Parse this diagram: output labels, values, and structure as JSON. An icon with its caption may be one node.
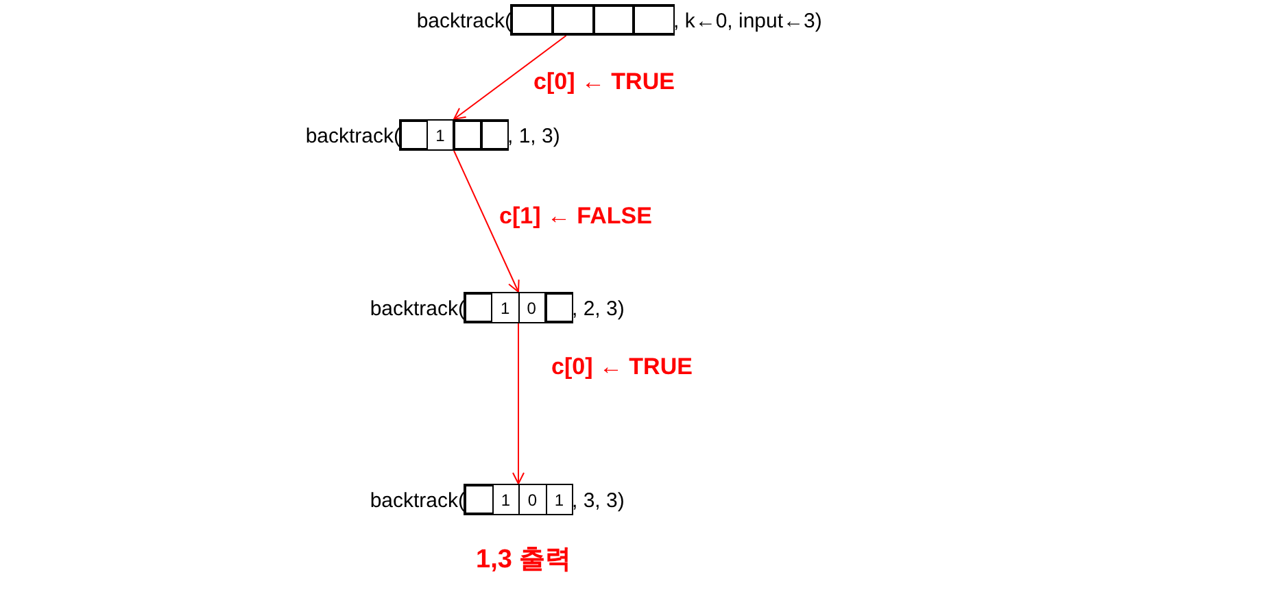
{
  "diagram": {
    "nodes": [
      {
        "text": [],
        "shape": "box",
        "beside": [
          "backtrack(",
          ", k←0, input←3)"
        ]
      },
      {
        "text": [],
        "shape": "box",
        "in": 0
      },
      {
        "text": [],
        "shape": "box",
        "in": 0
      },
      {
        "text": [],
        "shape": "box",
        "in": 0
      },
      {
        "text": [],
        "shape": "box",
        "in": 0
      },
      {
        "text": [],
        "shape": "box",
        "beside": [
          "backtrack(",
          ", 1, 3)"
        ]
      },
      {
        "text": [],
        "shape": "box",
        "in": 5
      },
      {
        "text": [
          "1"
        ],
        "in": 5
      },
      {
        "text": [],
        "shape": "box",
        "in": 5
      },
      {
        "text": [],
        "shape": "box",
        "in": 5
      },
      {
        "text": [],
        "shape": "box",
        "beside": [
          "backtrack(",
          ", 2, 3)"
        ]
      },
      {
        "text": [],
        "shape": "box",
        "in": 10
      },
      {
        "text": [
          "1"
        ],
        "in": 10
      },
      {
        "text": [
          "0"
        ],
        "in": 10
      },
      {
        "text": [],
        "shape": "box",
        "in": 10
      },
      {
        "text": [],
        "shape": "box",
        "beside": [
          "backtrack(",
          ", 3, 3)"
        ]
      },
      {
        "text": [],
        "shape": "box",
        "in": 15
      },
      {
        "text": [
          "1"
        ],
        "in": 15
      },
      {
        "text": [
          "0"
        ],
        "in": 15
      },
      {
        "text": [
          "1"
        ],
        "in": 15
      }
    ],
    "edges": [
      {
        "from": 0,
        "to": 5,
        "arrow": "to",
        "label": "c[0] ← TRUE",
        "color": "#ff0000"
      },
      {
        "from": 5,
        "to": 10,
        "arrow": "to",
        "label": "c[1] ← FALSE",
        "color": "#ff0000"
      },
      {
        "from": 10,
        "to": 15,
        "arrow": "to",
        "label": "c[0] ← TRUE",
        "color": "#ff0000"
      }
    ],
    "labels": [
      "1,3 출력"
    ]
  }
}
